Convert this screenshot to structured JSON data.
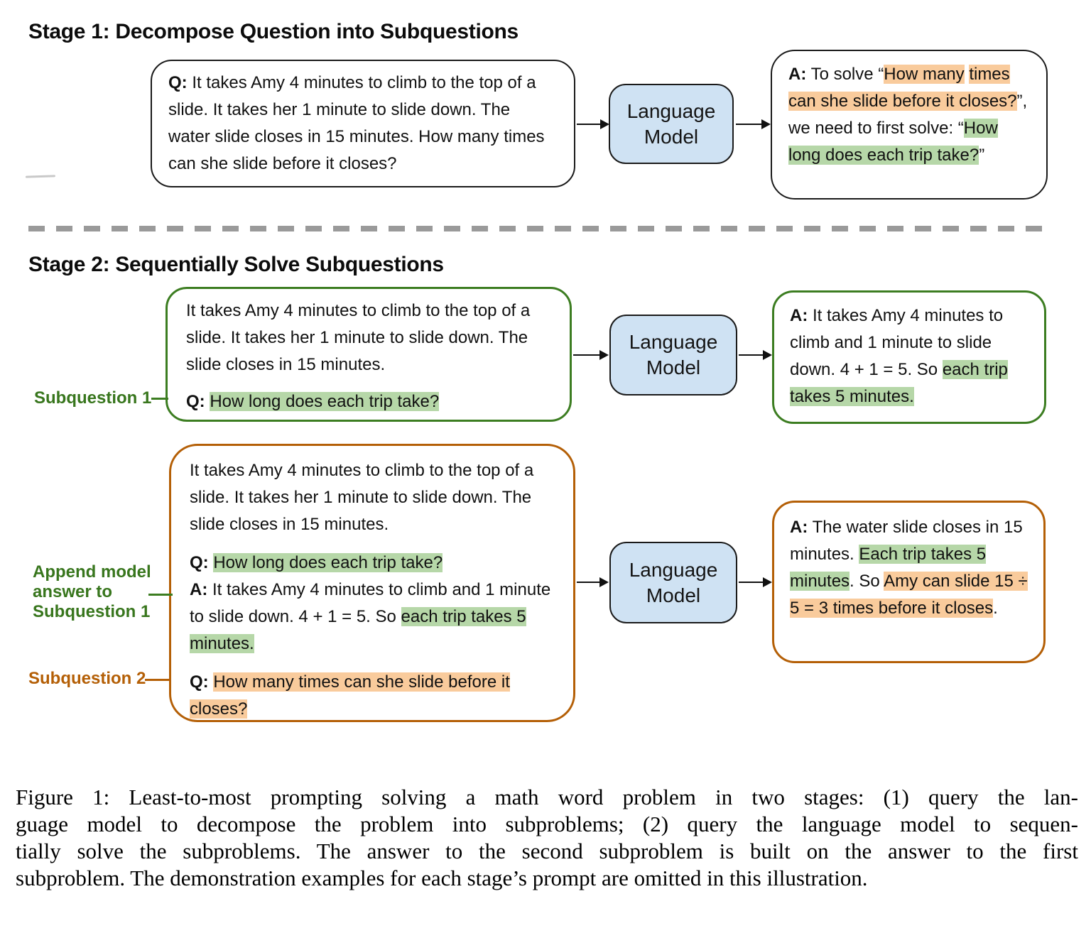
{
  "stage1": {
    "heading": "Stage 1: Decompose Question into Subquestions",
    "question_box": {
      "segments": [
        {
          "text": "Q:",
          "bold": true
        },
        {
          "text": " It takes Amy 4 minutes to climb to the top of a slide. It takes her 1 minute to slide down. The water slide closes in 15 minutes. How many times can she slide before it closes?"
        }
      ]
    },
    "answer_box": {
      "segments": [
        {
          "text": "A:",
          "bold": true
        },
        {
          "text": " To solve “"
        },
        {
          "text": "How many",
          "hl": "orange"
        },
        {
          "text": " "
        },
        {
          "text": "times can she slide before it closes?",
          "hl": "orange"
        },
        {
          "text": "”, we need to first solve: “"
        },
        {
          "text": "How long does each trip take?",
          "hl": "green"
        },
        {
          "text": "”"
        }
      ]
    }
  },
  "language_model_label": "Language Model",
  "stage2": {
    "heading": "Stage 2: Sequentially Solve Subquestions",
    "labels": {
      "subquestion1": "Subquestion 1",
      "append_model_answer": "Append model answer to Subquestion 1",
      "subquestion2": "Subquestion 2"
    },
    "subq1_box": {
      "context": [
        {
          "text": "It takes Amy 4 minutes to climb to the top of a slide. It takes her 1 minute to slide down. The slide closes in 15 minutes."
        }
      ],
      "question": [
        {
          "text": "Q:",
          "bold": true
        },
        {
          "text": " "
        },
        {
          "text": "How long does each trip take?",
          "hl": "green"
        }
      ]
    },
    "answer1_box": {
      "segments": [
        {
          "text": "A:",
          "bold": true
        },
        {
          "text": " It takes Amy 4 minutes to climb and 1 minute to slide down. 4 + 1 = 5. So "
        },
        {
          "text": "each trip takes 5 minutes.",
          "hl": "green"
        }
      ]
    },
    "combined_box": {
      "context": [
        {
          "text": "It takes Amy 4 minutes to climb to the top of a slide. It takes her 1 minute to slide down. The slide closes in 15 minutes."
        }
      ],
      "question1": [
        {
          "text": "Q:",
          "bold": true
        },
        {
          "text": " "
        },
        {
          "text": "How long does each trip take?",
          "hl": "green"
        }
      ],
      "answer1": [
        {
          "text": "A:",
          "bold": true
        },
        {
          "text": " It takes Amy 4 minutes to climb and 1 minute to slide down. 4 + 1 = 5. So "
        },
        {
          "text": "each trip takes 5 minutes.",
          "hl": "green"
        }
      ],
      "question2": [
        {
          "text": "Q:",
          "bold": true
        },
        {
          "text": " "
        },
        {
          "text": "How many times can she slide before it closes?",
          "hl": "orange"
        }
      ]
    },
    "answer2_box": {
      "segments": [
        {
          "text": "A:",
          "bold": true
        },
        {
          "text": " The water slide closes in 15 minutes. "
        },
        {
          "text": "Each trip takes 5 minutes",
          "hl": "green"
        },
        {
          "text": ". So "
        },
        {
          "text": "Amy can slide 15 ÷ 5 = 3 times before it closes",
          "hl": "orange"
        },
        {
          "text": "."
        }
      ]
    }
  },
  "caption": {
    "lines": [
      "Figure 1: Least-to-most prompting solving a math word problem in two stages: (1) query the lan-",
      "guage model to decompose the problem into subproblems; (2) query the language model to sequen-",
      "tially solve the subproblems. The answer to the second subproblem is built on the answer to the first",
      "subproblem. The demonstration examples for each stage’s prompt are omitted in this illustration."
    ]
  },
  "colors": {
    "highlight_orange": "#f9cb9c",
    "highlight_green": "#b6d7a8",
    "box_green_border": "#3c7d21",
    "box_orange_border": "#b45f06",
    "label_green": "#38761d",
    "label_orange": "#b45f06",
    "lm_box_fill": "#cfe2f3",
    "divider_gray": "#9a9a9a"
  }
}
